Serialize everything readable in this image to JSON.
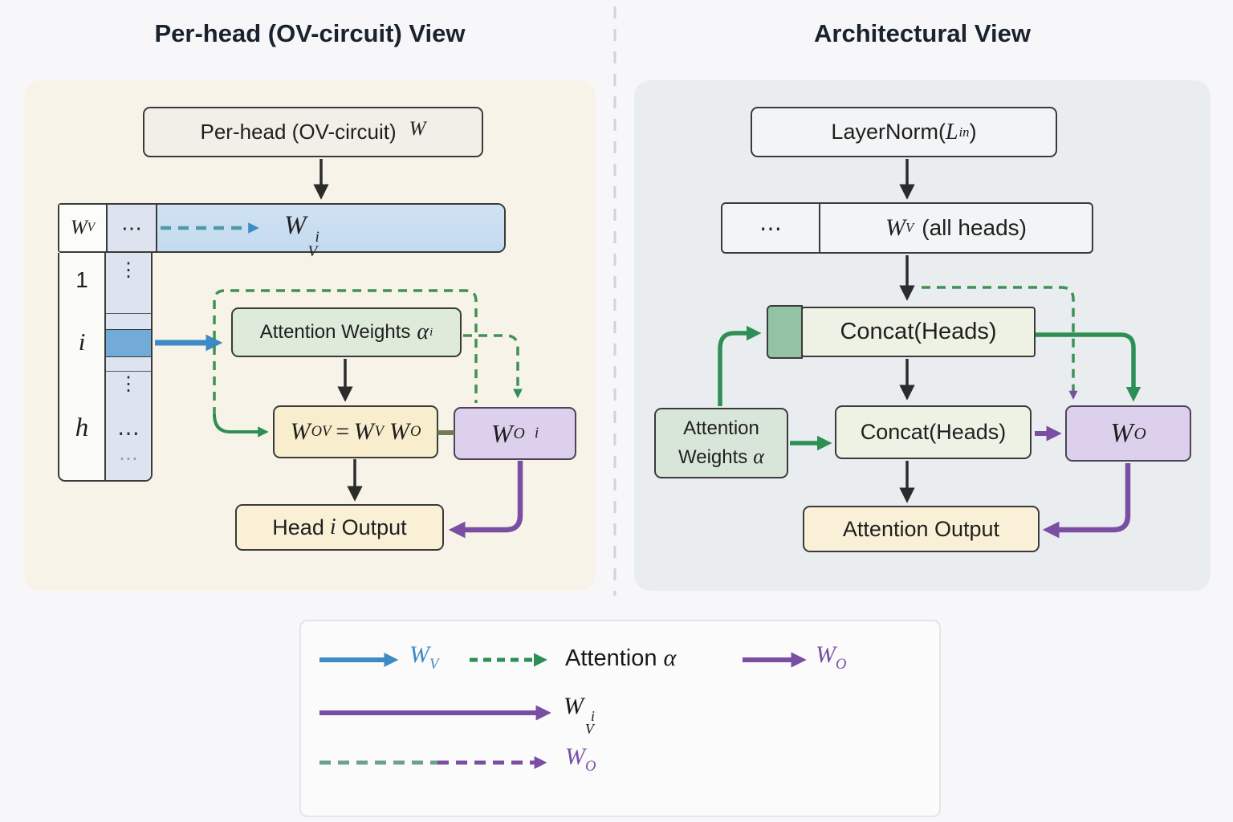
{
  "colors": {
    "blue": "#3d8ac4",
    "teal": "#4f98a8",
    "green": "#2e8f55",
    "purple": "#7a4fa3",
    "ink": "#2b2b2b",
    "box_green": "#deeada",
    "box_green_light": "#eef2e4",
    "box_cream": "#f8eecd",
    "box_purple": "#dcd0ec",
    "box_blue": "#cfe2f2",
    "tab_green": "#93c3a3",
    "highlight_blue": "#72abd8",
    "panel_left_bg": "#f8f3e8",
    "panel_right_bg": "#e9edef"
  },
  "titles": {
    "left": "Per-head (OV-circuit) View",
    "right": "Architectural View"
  },
  "left": {
    "top_box": {
      "label": "Per-head (OV-circuit)",
      "math": "W"
    },
    "bar": {
      "header_base": "W",
      "header_sub": "V",
      "dots": "⋯",
      "label_base": "W",
      "label_sup": "i",
      "label_sub": "V"
    },
    "matrix": {
      "row1": "1",
      "row_i": "i",
      "row_h": "h",
      "vdots": "⋮",
      "hdots": "⋯",
      "hdots_faint": "⋯"
    },
    "attention_box": {
      "label": "Attention Weights",
      "alpha": "α",
      "alpha_sub": "i"
    },
    "wov_box": {
      "w1": "W",
      "w1s": "OV",
      "eq": "=",
      "w2": "W",
      "w2s": "V",
      "w3": "W",
      "w3s": "O"
    },
    "woi_box": {
      "base": "W",
      "sub": "O",
      "sup": "i"
    },
    "output_box": {
      "pre": "Head",
      "mid": "i",
      "post": "Output"
    }
  },
  "right": {
    "layernorm_box": {
      "pre": "LayerNorm(",
      "l": "L",
      "lsub": "in",
      "post": ")"
    },
    "wv_box": {
      "dots": "⋯",
      "base": "W",
      "sub": "V",
      "rest": "(all heads)"
    },
    "concat1": "Concat(Heads)",
    "concat2": "Concat(Heads)",
    "attention_box": {
      "line1": "Attention",
      "line2": "Weights",
      "alpha": "α"
    },
    "wo_box": {
      "base": "W",
      "sub": "O"
    },
    "output_box": "Attention Output"
  },
  "legend": {
    "row1": {
      "wv_arrow": "solid-blue-arrow",
      "wv_base": "W",
      "wv_sub": "V",
      "attn_arrow": "dashed-green-arrow",
      "attn_label": "Attention",
      "attn_alpha": "α",
      "wo_arrow": "solid-purple-arrow",
      "wo_base": "W",
      "wo_sub": "O"
    },
    "row2": {
      "arrow": "solid-purple-arrow",
      "base": "W",
      "sup": "i",
      "sub": "V"
    },
    "row3": {
      "arrow": "dashed-green-to-purple-arrow",
      "base": "W",
      "sub": "O"
    }
  }
}
